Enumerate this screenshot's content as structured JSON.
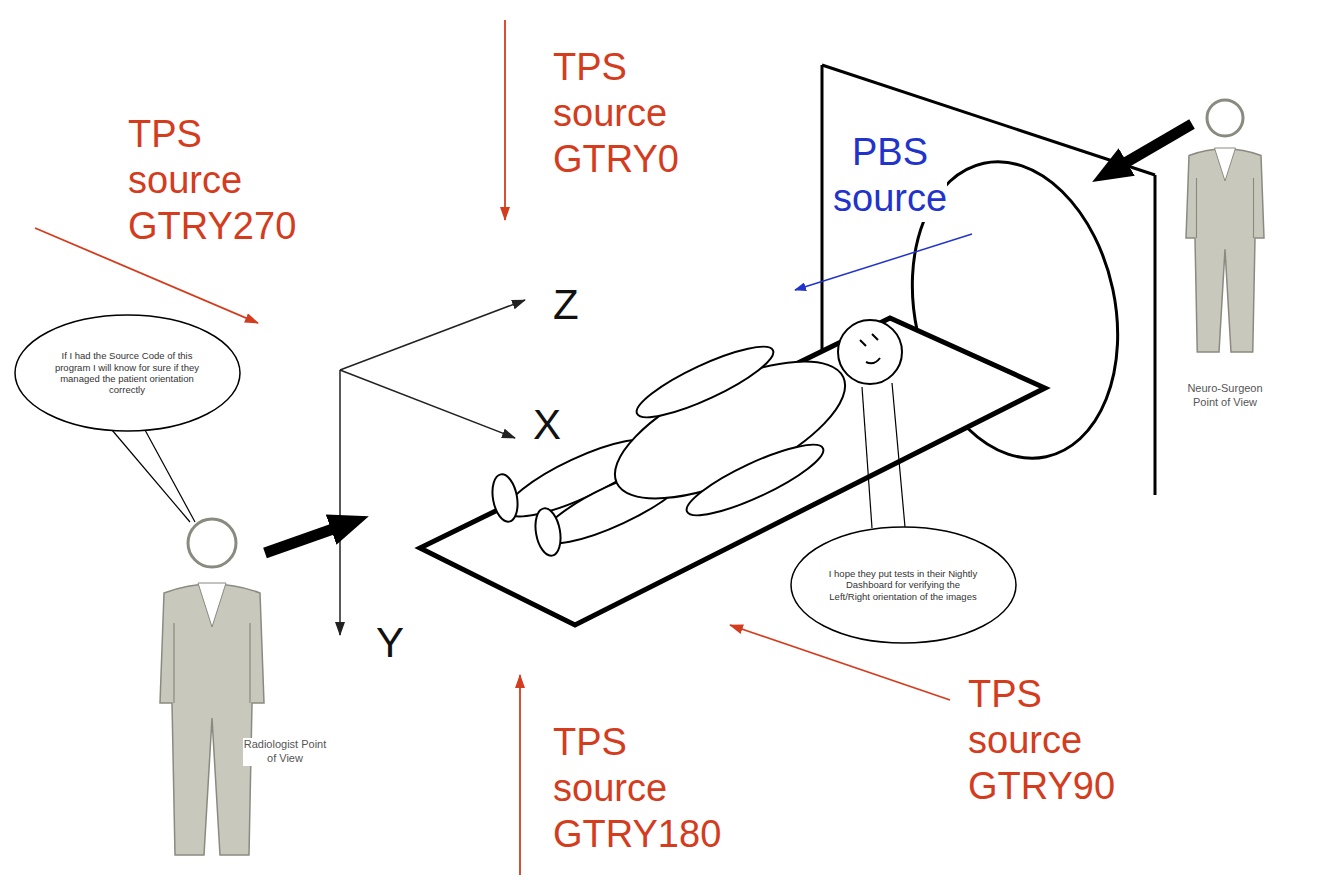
{
  "diagram": {
    "nodes": [
      {
        "text": [
          "If I had the Source Code of this program I will know for sure if they managed the patient orientation correctly"
        ]
      },
      {
        "text": [
          "I hope they put tests in their Nightly Dashboard for verifying the Left/Right orientation of the images"
        ]
      }
    ],
    "labels": [
      "TPS source GTRY270",
      "TPS source GTRY0",
      "PBS source",
      "Z",
      "X",
      "Y",
      "TPS source GTRY90",
      "TPS source GTRY180",
      "Radiologist Point of View",
      "Neuro-Surgeon Point of View"
    ]
  }
}
